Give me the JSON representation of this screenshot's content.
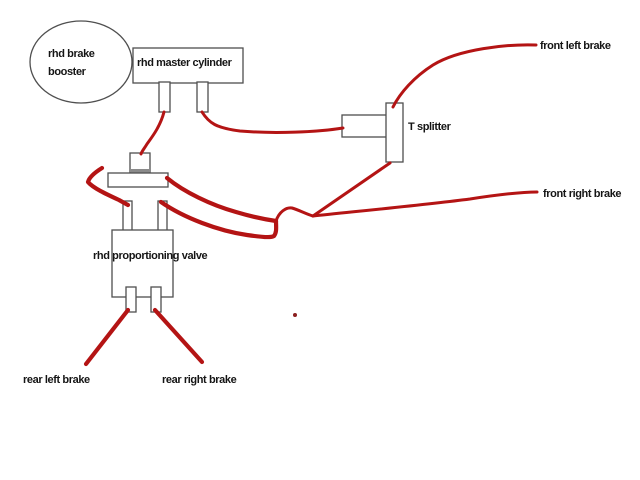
{
  "diagram": {
    "labels": {
      "booster_line1": "rhd brake",
      "booster_line2": "booster",
      "master_cylinder": "rhd master cylinder",
      "t_splitter": "T splitter",
      "front_left_brake": "front left brake",
      "front_right_brake": "front right brake",
      "proportioning_valve": "rhd proportioning valve",
      "rear_left_brake": "rear left brake",
      "rear_right_brake": "rear right brake"
    },
    "colors": {
      "pipe_red": "#b41414",
      "dot_red": "#8b1f1f",
      "outline_gray": "#4f4f4f",
      "band_gray": "#8a8a8a",
      "text_black": "#151515",
      "background": "#ffffff"
    },
    "connections": [
      "master cylinder left port to proportioning valve inlet",
      "master cylinder right port to T splitter",
      "T splitter to front left brake",
      "T splitter to front right brake",
      "proportioning valve to rear left brake",
      "proportioning valve to rear right brake"
    ]
  }
}
